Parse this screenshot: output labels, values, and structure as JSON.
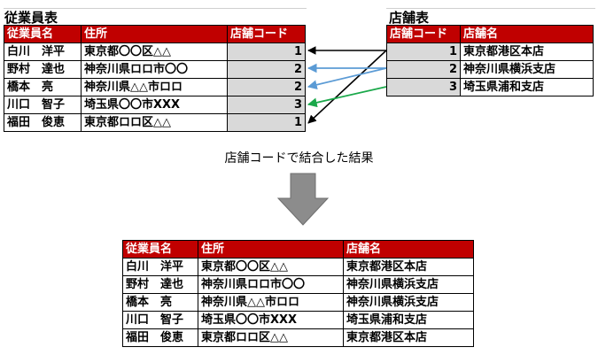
{
  "employees": {
    "title": "従業員表",
    "headers": [
      "従業員名",
      "住所",
      "店舗コード"
    ],
    "rows": [
      {
        "name": "白川　洋平",
        "address": "東京都〇〇区△△",
        "code": "1"
      },
      {
        "name": "野村　達也",
        "address": "神奈川県ロロ市〇〇",
        "code": "2"
      },
      {
        "name": "橋本　亮",
        "address": "神奈川県△△市ロロ",
        "code": "2"
      },
      {
        "name": "川口　智子",
        "address": "埼玉県〇〇市XXX",
        "code": "3"
      },
      {
        "name": "福田　俊恵",
        "address": "東京都ロロ区△△",
        "code": "1"
      }
    ]
  },
  "stores": {
    "title": "店舗表",
    "headers": [
      "店舗コード",
      "店舗名"
    ],
    "rows": [
      {
        "code": "1",
        "name": "東京都港区本店"
      },
      {
        "code": "2",
        "name": "神奈川県横浜支店"
      },
      {
        "code": "3",
        "name": "埼玉県浦和支店"
      }
    ]
  },
  "caption": "店舗コードで結合した結果",
  "result": {
    "headers": [
      "従業員名",
      "住所",
      "店舗名"
    ],
    "rows": [
      {
        "name": "白川　洋平",
        "address": "東京都〇〇区△△",
        "store": "東京都港区本店"
      },
      {
        "name": "野村　達也",
        "address": "神奈川県ロロ市〇〇",
        "store": "神奈川県横浜支店"
      },
      {
        "name": "橋本　亮",
        "address": "神奈川県△△市ロロ",
        "store": "神奈川県横浜支店"
      },
      {
        "name": "川口　智子",
        "address": "埼玉県〇〇市XXX",
        "store": "埼玉県浦和支店"
      },
      {
        "name": "福田　俊恵",
        "address": "東京都ロロ区△△",
        "store": "東京都港区本店"
      }
    ]
  },
  "colors": {
    "header_bg": "#c00000",
    "code_cell_bg": "#d9d9d9",
    "arrow_store1": "#000000",
    "arrow_store2": "#5b9bd5",
    "arrow_store3": "#1aa84a",
    "down_arrow": "#8c8c8c"
  }
}
